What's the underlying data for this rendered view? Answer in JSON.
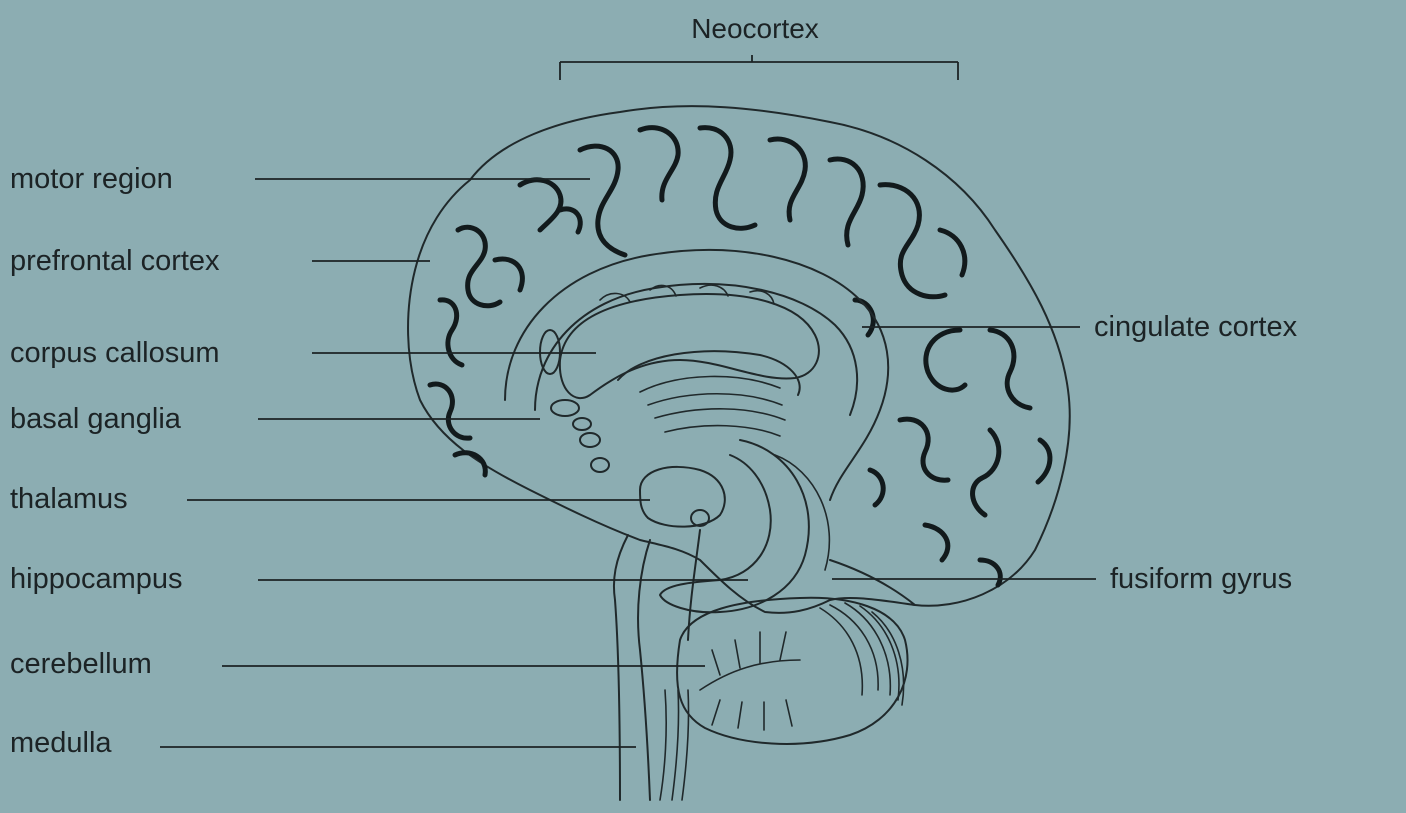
{
  "diagram": {
    "colors": {
      "background": "#8cadb2",
      "ink": "#1c2325"
    },
    "header_label": "Neocortex",
    "left_labels": [
      "motor region",
      "prefrontal cortex",
      "corpus callosum",
      "basal ganglia",
      "thalamus",
      "hippocampus",
      "cerebellum",
      "medulla"
    ],
    "right_labels": [
      "cingulate cortex",
      "fusiform gyrus"
    ]
  }
}
